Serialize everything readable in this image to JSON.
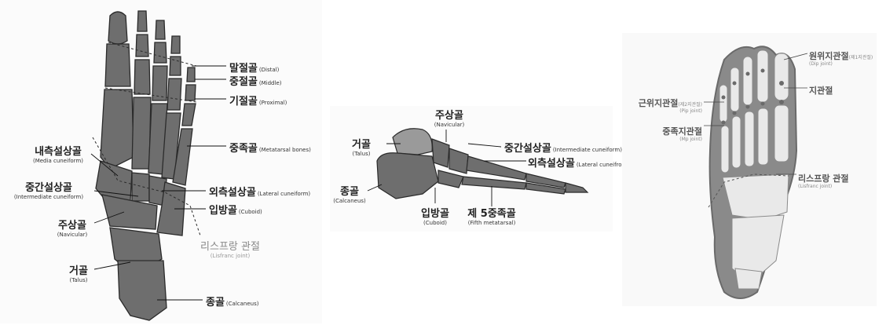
{
  "left": {
    "distal": {
      "ko": "말절골",
      "en": "(Distal)"
    },
    "middle": {
      "ko": "중절골",
      "en": "(Middle)"
    },
    "proximal": {
      "ko": "기절골",
      "en": "(Proximal)"
    },
    "metatarsal": {
      "ko": "중족골",
      "en": "(Metatarsal bones)"
    },
    "medial_cuneiform": {
      "ko": "내측설상골",
      "en": "(Media cuneiform)"
    },
    "intermediate_cuneiform": {
      "ko": "중간설상골",
      "en": "(Intermediate cuneiform)"
    },
    "lateral_cuneiform": {
      "ko": "외측설상골",
      "en": "(Lateral cuneiform)"
    },
    "cuboid": {
      "ko": "입방골",
      "en": "(Cuboid)"
    },
    "navicular": {
      "ko": "주상골",
      "en": "(Navicular)"
    },
    "lisfranc": {
      "ko": "리스프랑 관절",
      "en": "(Lisfranc joint)"
    },
    "talus": {
      "ko": "거골",
      "en": "(Talus)"
    },
    "calcaneus": {
      "ko": "종골",
      "en": "(Calcaneus)"
    }
  },
  "middle": {
    "navicular": {
      "ko": "주상골",
      "en": "(Navicular)"
    },
    "talus": {
      "ko": "거골",
      "en": "(Talus)"
    },
    "intermediate_cuneiform": {
      "ko": "중간설상골",
      "en": "(Intermediate cuneiform)"
    },
    "lateral_cuneiform": {
      "ko": "외측설상골",
      "en": "(Lateral cuneifrom)"
    },
    "calcaneus": {
      "ko": "종골",
      "en": "(Calcaneus)"
    },
    "cuboid": {
      "ko": "입방골",
      "en": "(Cuboid)"
    },
    "fifth_metatarsal": {
      "ko": "제 5중족골",
      "en": "(Fifth metatarsal)"
    }
  },
  "right": {
    "dip": {
      "ko": "원위지관절",
      "sub": "(제1지관절)",
      "en": "(Dip joint)"
    },
    "toe_joint": {
      "ko": "지관절"
    },
    "pip": {
      "ko": "근위지관절",
      "sub": "(제2지관절)",
      "en": "(Pip joint)"
    },
    "mp": {
      "ko": "중족지관절",
      "en": "(Mp joint)"
    },
    "lisfranc": {
      "ko": "리스프랑 관절",
      "en": "(Lisfranc joint)"
    }
  },
  "colors": {
    "bone": "#6e6e6e",
    "bone_light": "#9a9a9a",
    "outline": "#2b2b2b",
    "foot_fill": "#8a8a8a",
    "foot_bone": "#e9e9e9"
  }
}
